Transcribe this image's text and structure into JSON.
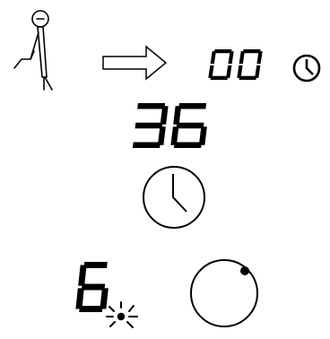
{
  "panel": {
    "top_readout": "00",
    "timer_readout": "36",
    "mode_readout": "6"
  },
  "icons": {
    "person": "person-bending-icon",
    "arrow": "arrow-right-icon",
    "clock_small": "clock-icon",
    "clock_large": "clock-icon",
    "sparkle": "sparkle-icon",
    "knob": "rotary-knob-icon"
  },
  "colors": {
    "ink": "#000000",
    "background": "#ffffff"
  }
}
